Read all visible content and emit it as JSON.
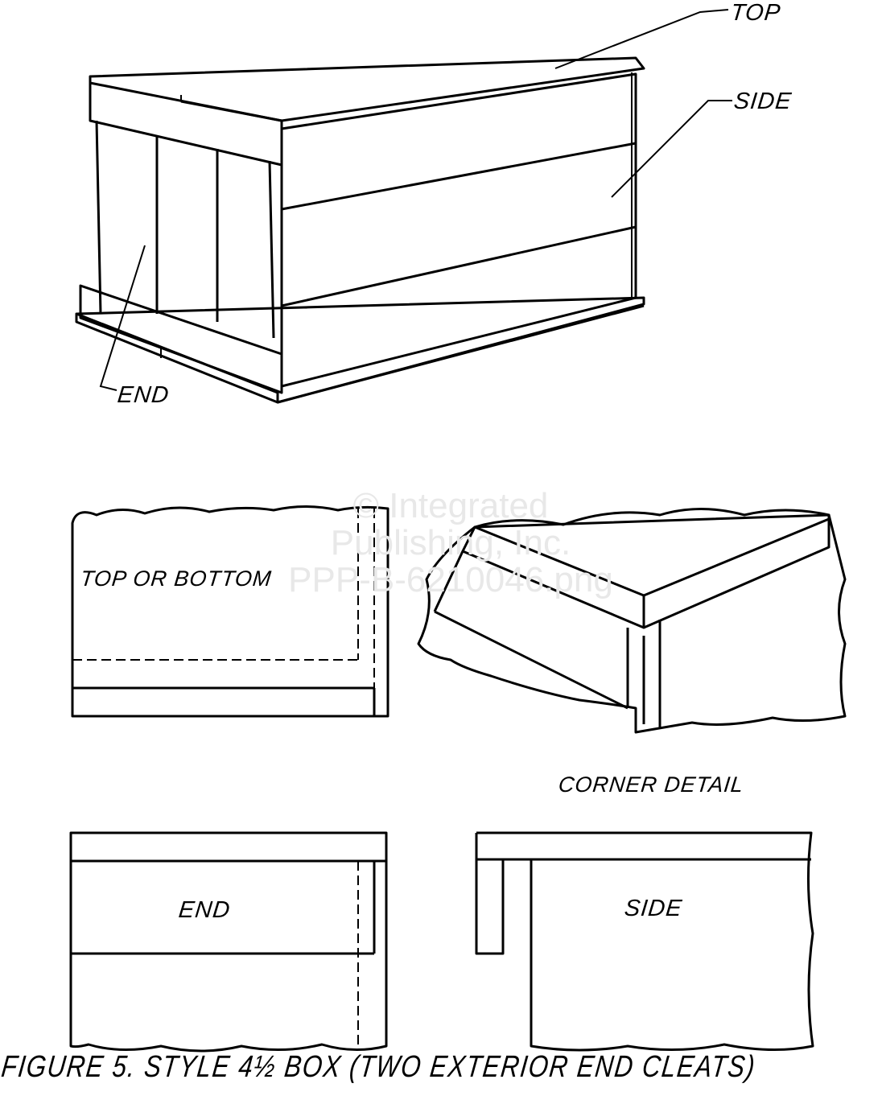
{
  "labels": {
    "top": "TOP",
    "side": "SIDE",
    "end": "END",
    "top_or_bottom": "TOP OR BOTTOM",
    "corner_detail": "CORNER DETAIL",
    "end_panel": "END",
    "side_panel": "SIDE"
  },
  "caption": "FIGURE 5. STYLE 4½ BOX (TWO EXTERIOR END CLEATS)",
  "watermark": [
    "© Integrated",
    "Publishing, Inc.",
    "PPP-B-6210046.png"
  ]
}
